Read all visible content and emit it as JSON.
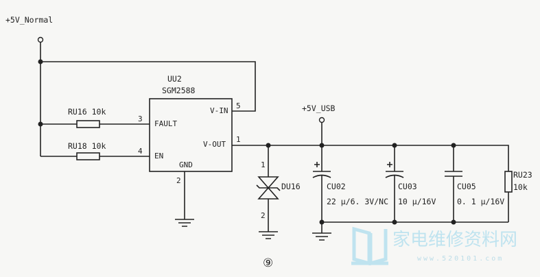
{
  "nets": {
    "normal": "+5V_Normal",
    "usb": "+5V_USB"
  },
  "ic": {
    "ref": "UU2",
    "part": "SGM2588",
    "pins": {
      "vin": "V-IN",
      "fault": "FAULT",
      "en": "EN",
      "vout": "V-OUT",
      "gnd": "GND"
    },
    "pin_numbers": {
      "vin": "5",
      "fault": "3",
      "en": "4",
      "vout": "1",
      "gnd": "2"
    }
  },
  "resistors": {
    "ru16": "RU16 10k",
    "ru18": "RU18 10k",
    "ru23_ref": "RU23",
    "ru23_val": "10k"
  },
  "diode": {
    "ref": "DU16",
    "pin1": "1",
    "pin2": "2"
  },
  "capacitors": {
    "cu02_ref": "CU02",
    "cu02_val": "22 μ/6. 3V/NC",
    "cu03_ref": "CU03",
    "cu03_val": "10 μ/16V",
    "cu05_ref": "CU05",
    "cu05_val": "0. 1 μ/16V"
  },
  "figure_number": "⑨",
  "watermark": {
    "text": "家电维修资料网",
    "url": "www.520101.com"
  },
  "colors": {
    "ink": "#222222",
    "watermark": "#bfe3ef"
  }
}
